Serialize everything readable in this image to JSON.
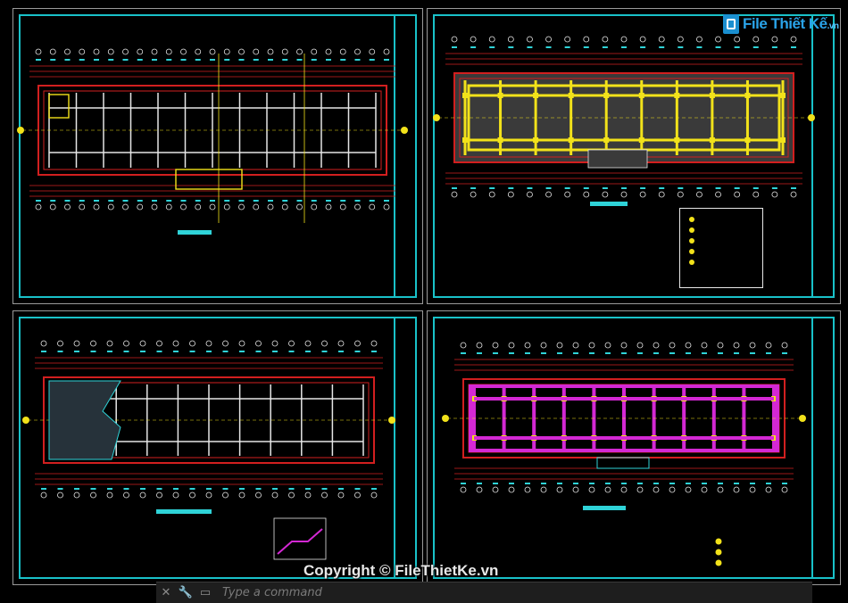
{
  "logo": {
    "brand": "File",
    "name": "Thiết Kế",
    "suffix": ".vn"
  },
  "copyright": "Copyright © FileThietKe.vn",
  "command_line": {
    "placeholder": "Type a command"
  },
  "colors": {
    "background": "#000000",
    "frame": "#19c2c9",
    "wall_red": "#d21f1f",
    "dimension_cyan": "#2fd3d8",
    "beam_yellow": "#f2e21a",
    "column_magenta": "#d428d4",
    "grid_white": "#e6e6e6"
  },
  "sheets": [
    {
      "id": "top-left",
      "kind": "floor-plan"
    },
    {
      "id": "top-right",
      "kind": "foundation-plan"
    },
    {
      "id": "bottom-left",
      "kind": "roof-plan"
    },
    {
      "id": "bottom-right",
      "kind": "column-plan"
    }
  ]
}
